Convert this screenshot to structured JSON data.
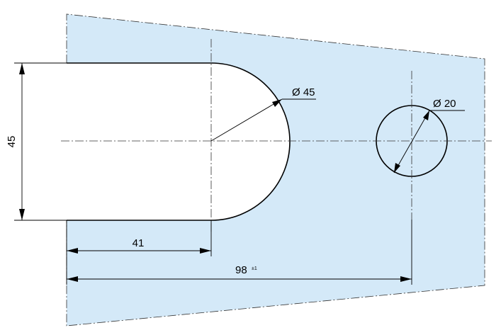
{
  "colors": {
    "plate_fill": "#d4e9f8",
    "line": "#000000",
    "background": "#ffffff"
  },
  "dimensions": {
    "slot_height": "45",
    "slot_depth": "41",
    "hole_offset": "98",
    "hole_offset_tolerance": "±1",
    "arc_diameter": "Ø 45",
    "hole_diameter": "Ø 20"
  }
}
